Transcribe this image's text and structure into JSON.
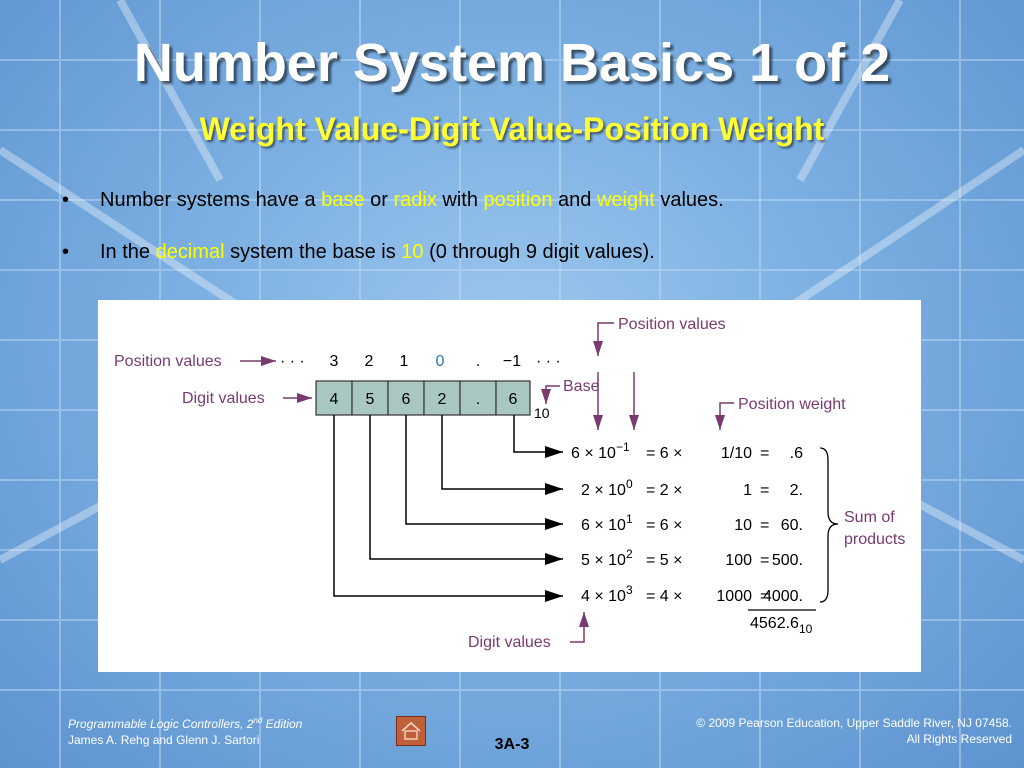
{
  "slide": {
    "title": "Number System Basics 1 of 2",
    "subtitle": "Weight Value-Digit Value-Position Weight"
  },
  "bullets": [
    {
      "parts": [
        {
          "text": "Number systems have a ",
          "hl": false
        },
        {
          "text": "base",
          "hl": true
        },
        {
          "text": " or ",
          "hl": false
        },
        {
          "text": "radix",
          "hl": true
        },
        {
          "text": " with ",
          "hl": false
        },
        {
          "text": "position",
          "hl": true
        },
        {
          "text": " and ",
          "hl": false
        },
        {
          "text": "weight",
          "hl": true
        },
        {
          "text": " values.",
          "hl": false
        }
      ]
    },
    {
      "parts": [
        {
          "text": "In the ",
          "hl": false
        },
        {
          "text": "decimal",
          "hl": true
        },
        {
          "text": " system the base is ",
          "hl": false
        },
        {
          "text": "10",
          "hl": true
        },
        {
          "text": " (0 through 9 digit values).",
          "hl": false
        }
      ]
    }
  ],
  "diagram": {
    "labels": {
      "position_values_left": "Position values",
      "position_values_top": "Position values",
      "digit_values_left": "Digit values",
      "digit_values_bottom": "Digit values",
      "base": "Base",
      "position_weight": "Position weight",
      "sum_of": "Sum of",
      "products": "products"
    },
    "positions": [
      "3",
      "2",
      "1",
      "0",
      ".",
      "−1"
    ],
    "ellipsis": "· · ·",
    "digits": [
      "4",
      "5",
      "6",
      "2",
      ".",
      "6"
    ],
    "base_subscript": "10",
    "products": [
      {
        "expr": "6 × 10",
        "exp": "−1",
        "eq": "= 6 ×",
        "weight": "1/10",
        "eq2": "=",
        "result": ".6"
      },
      {
        "expr": "2 × 10",
        "exp": "0",
        "eq": "= 2 ×",
        "weight": "1",
        "eq2": "=",
        "result": "2."
      },
      {
        "expr": "6 × 10",
        "exp": "1",
        "eq": "= 6 ×",
        "weight": "10",
        "eq2": "=",
        "result": "60."
      },
      {
        "expr": "5 × 10",
        "exp": "2",
        "eq": "= 5 ×",
        "weight": "100",
        "eq2": "=",
        "result": "500."
      },
      {
        "expr": "4 × 10",
        "exp": "3",
        "eq": "= 4 ×",
        "weight": "1000",
        "eq2": "=",
        "result": "4000."
      }
    ],
    "sum": "4562.6",
    "sum_subscript": "10"
  },
  "footer": {
    "book_title": "Programmable Logic Controllers, 2",
    "edition_sup": "nd",
    "edition": " Edition",
    "authors": "James A. Rehg and Glenn J. Sartori",
    "page": "3A-3",
    "copyright": "© 2009 Pearson Education, Upper Saddle River, NJ 07458.",
    "rights": "All Rights Reserved"
  },
  "colors": {
    "highlight": "#ffff00",
    "box_fill": "#a9c7c2",
    "label_purple": "#7a3a70"
  }
}
